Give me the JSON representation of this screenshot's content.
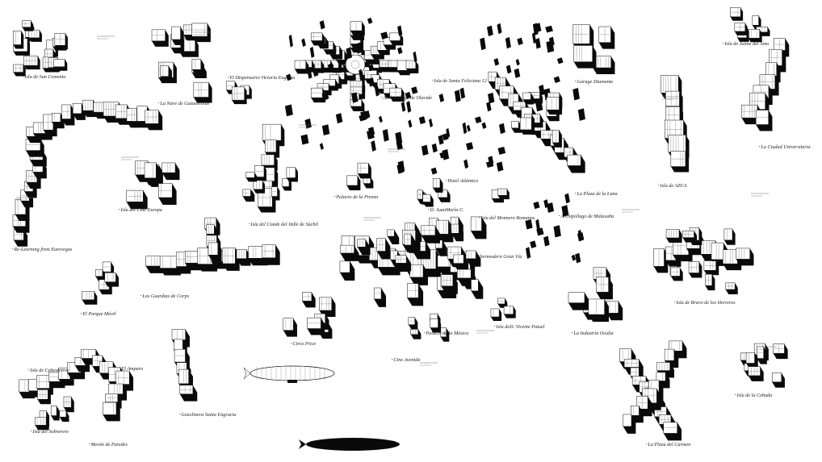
{
  "map": {
    "colors": {
      "ink": "#111111",
      "shadow": "#0a0a0a",
      "hatch": "#6b6b6b",
      "paper": "#ffffff"
    },
    "islands": [
      {
        "id": "isla-de-san-cemento",
        "label": "Isla de San Cemento"
      },
      {
        "id": "nave-de-gazaombide",
        "label": "La Nave de Gazaombide"
      },
      {
        "id": "dispensario-victoria-eugenia",
        "label": "El Dispensario Victoria Eugenia"
      },
      {
        "id": "archipielago-de-olavide",
        "label": "Archipiélago de Olavide"
      },
      {
        "id": "isla-de-santa-feliciana",
        "label": "Isla de Santa Feliciana 12"
      },
      {
        "id": "garage-diamante",
        "label": "Garage Diamante"
      },
      {
        "id": "isla-de-jaime-del-amo",
        "label": "Isla de Jaime del Amo"
      },
      {
        "id": "ciudad-universitaria",
        "label": "La Ciudad Universitaria"
      },
      {
        "id": "isla-de-azca",
        "label": "Isla de AZCA"
      },
      {
        "id": "plaza-de-la-luna",
        "label": "La Plaza de la Luna"
      },
      {
        "id": "hotel-atlantico",
        "label": "Hotel Atlántico"
      },
      {
        "id": "palacio-de-la-prensa",
        "label": "Palacio de la Prensa"
      },
      {
        "id": "d-juan-maria",
        "label": "D. JuanMaría C."
      },
      {
        "id": "isla-del-monnero-romanos",
        "label": "Isla del Monnero Romanos"
      },
      {
        "id": "archipielago-de-malasana",
        "label": "Archipiélago de Malasaña"
      },
      {
        "id": "isla-del-cine-europa",
        "label": "Isla del Cine Europa"
      },
      {
        "id": "isla-del-conde-del-valle",
        "label": "Isla del Conde del Valle de Súchil"
      },
      {
        "id": "re-learning-from-eurovegas",
        "label": "Re-Learning from Eurovegas"
      },
      {
        "id": "altermodern-gran-via",
        "label": "Altermodern Gran Vía"
      },
      {
        "id": "los-guardias-de-corps",
        "label": "Los Guardias de Corps"
      },
      {
        "id": "el-parque-movil",
        "label": "El Parque Móvil"
      },
      {
        "id": "cine-price",
        "label": "Circo Price"
      },
      {
        "id": "palacio-de-la-musica",
        "label": "Palacio de la Música"
      },
      {
        "id": "isla-de-d-vicente-patuel",
        "label": "Isla deD. Vicente Patuel"
      },
      {
        "id": "cine-acevida",
        "label": "Cine Avenida"
      },
      {
        "id": "la-industria-oculta",
        "label": "La Industria Oculta"
      },
      {
        "id": "isla-de-bravo-de-los-herreros",
        "label": "Isla de Bravo de los Herreros"
      },
      {
        "id": "isla-de-cabestreros",
        "label": "Isla de Cabestreros"
      },
      {
        "id": "el-amparo",
        "label": "El Amparo"
      },
      {
        "id": "isla-del-sobrerero",
        "label": "Isla del Sobrerero"
      },
      {
        "id": "mason-de-paredes",
        "label": "Mesón de Paredes"
      },
      {
        "id": "gasolinera-santa-engracia",
        "label": "Gasolinera Santa Engracia"
      },
      {
        "id": "la-plaza-del-carmen",
        "label": "La Plaza del Carmen"
      },
      {
        "id": "isla-de-la-cebada",
        "label": "Isla de la Cebada"
      }
    ],
    "vehicles": [
      {
        "id": "zeppelin",
        "icon": "airship-icon"
      },
      {
        "id": "zeppelin-shadow",
        "icon": "airship-shadow-icon"
      }
    ]
  }
}
